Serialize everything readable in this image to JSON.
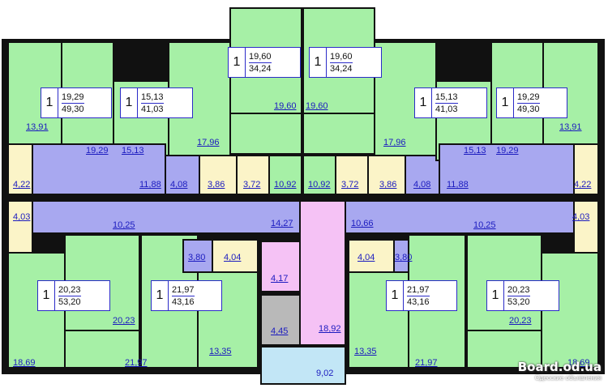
{
  "apartments": [
    {
      "id": "apt-top-left",
      "rooms": "1",
      "living": "19,29",
      "total": "49,30"
    },
    {
      "id": "apt-top-left-mid",
      "rooms": "1",
      "living": "15,13",
      "total": "41,03"
    },
    {
      "id": "apt-top-center-left",
      "rooms": "1",
      "living": "19,60",
      "total": "34,24"
    },
    {
      "id": "apt-top-center-right",
      "rooms": "1",
      "living": "19,60",
      "total": "34,24"
    },
    {
      "id": "apt-top-right-mid",
      "rooms": "1",
      "living": "15,13",
      "total": "41,03"
    },
    {
      "id": "apt-top-right",
      "rooms": "1",
      "living": "19,29",
      "total": "49,30"
    },
    {
      "id": "apt-bottom-left",
      "rooms": "1",
      "living": "20,23",
      "total": "53,20"
    },
    {
      "id": "apt-bottom-left-mid",
      "rooms": "1",
      "living": "21,97",
      "total": "43,16"
    },
    {
      "id": "apt-bottom-right-mid",
      "rooms": "1",
      "living": "21,97",
      "total": "43,16"
    },
    {
      "id": "apt-bottom-right",
      "rooms": "1",
      "living": "20,23",
      "total": "53,20"
    }
  ],
  "room_areas": [
    "13,91",
    "19,29",
    "15,13",
    "17,96",
    "19,60",
    "19,60",
    "17,96",
    "15,13",
    "19,29",
    "13,91",
    "4,22",
    "11,88",
    "4,08",
    "3,86",
    "3,72",
    "10,92",
    "10,92",
    "3,72",
    "3,86",
    "4,08",
    "11,88",
    "4,22",
    "4,03",
    "10,25",
    "14,27",
    "10,66",
    "10,25",
    "4,03",
    "3,80",
    "4,04",
    "4,17",
    "4,04",
    "3,80",
    "20,23",
    "4,45",
    "18,92",
    "20,23",
    "18,69",
    "21,97",
    "13,35",
    "9,02",
    "13,35",
    "21,97",
    "18,69"
  ],
  "watermark": {
    "logo": "Board.od.ua",
    "subtitle": "Одесские объявления"
  }
}
